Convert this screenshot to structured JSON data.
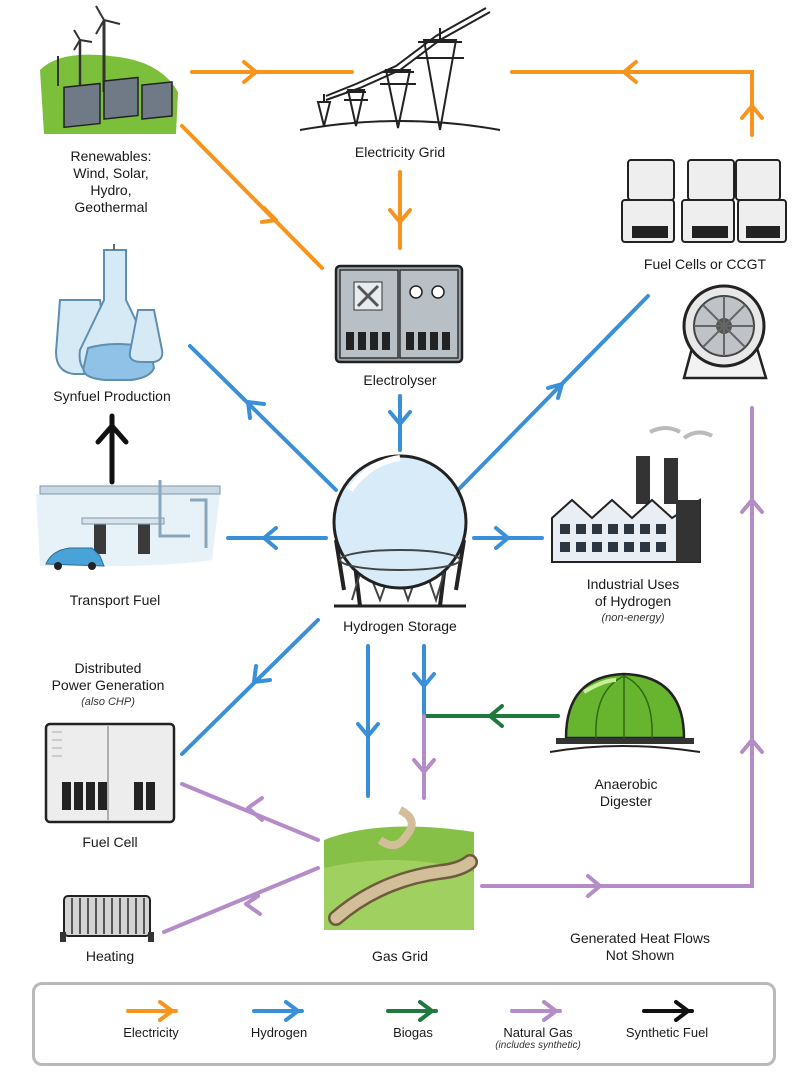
{
  "nodes": {
    "renewables": "Renewables:\nWind, Solar,\nHydro,\nGeothermal",
    "electricity_grid": "Electricity Grid",
    "fuel_cells_ccgt": "Fuel Cells or CCGT",
    "synfuel_production": "Synfuel Production",
    "electrolyser": "Electrolyser",
    "transport_fuel": "Transport Fuel",
    "hydrogen_storage": "Hydrogen Storage",
    "industrial_uses": "Industrial Uses\nof Hydrogen",
    "industrial_uses_note": "(non-energy)",
    "distributed_power": "Distributed\nPower Generation",
    "distributed_power_note": "(also CHP)",
    "anaerobic_digester": "Anaerobic\nDigester",
    "fuel_cell": "Fuel Cell",
    "heating": "Heating",
    "gas_grid": "Gas Grid",
    "heat_note": "Generated Heat Flows\nNot Shown"
  },
  "colors": {
    "electricity": "#f7941d",
    "hydrogen": "#3a8fd9",
    "biogas": "#1e7a3c",
    "natural_gas": "#b48cc8",
    "synthetic_fuel": "#111111"
  },
  "legend": {
    "electricity": "Electricity",
    "hydrogen": "Hydrogen",
    "biogas": "Biogas",
    "natural_gas": "Natural Gas",
    "natural_gas_note": "(includes synthetic)",
    "synthetic_fuel": "Synthetic Fuel"
  }
}
